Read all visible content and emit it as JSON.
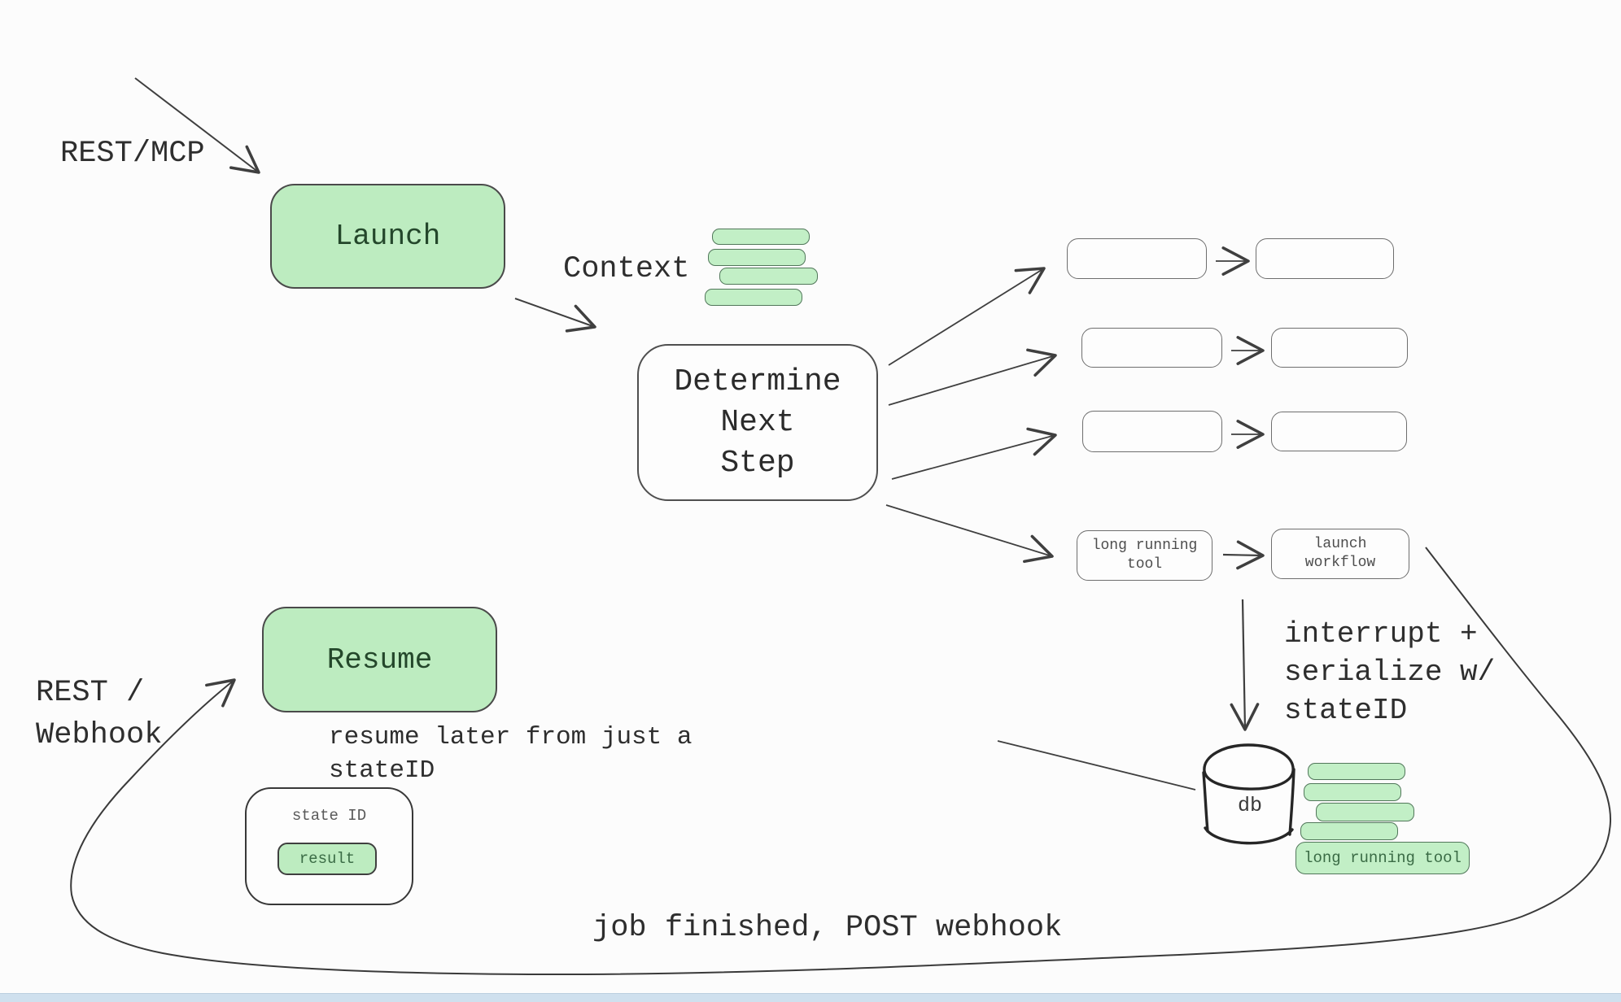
{
  "colors": {
    "background": "#fcfcfc",
    "green_fill": "#bdecc0",
    "green_border": "#51775a",
    "node_border": "#4a4a4a",
    "ink": "#2e2e2e",
    "muted_ink": "#4d4d4d",
    "green_text": "#3a6b45",
    "bottom_bar": "#cfe0ee"
  },
  "labels": {
    "rest_mcp": "REST/MCP",
    "context": "Context",
    "rest_webhook": [
      "REST /",
      "Webhook"
    ],
    "resume_later": [
      "resume later from just a",
      "stateID"
    ],
    "interrupt": [
      "interrupt +",
      "serialize w/",
      "stateID"
    ],
    "job_finished": "job finished, POST webhook"
  },
  "nodes": {
    "launch": "Launch",
    "resume": "Resume",
    "determine": [
      "Determine",
      "Next",
      "Step"
    ],
    "long_running_tool": [
      "long running",
      "tool"
    ],
    "launch_workflow": [
      "launch",
      "workflow"
    ],
    "db": "db",
    "state_id": "state ID",
    "result": "result",
    "long_running_tool_bar": "long running tool"
  }
}
